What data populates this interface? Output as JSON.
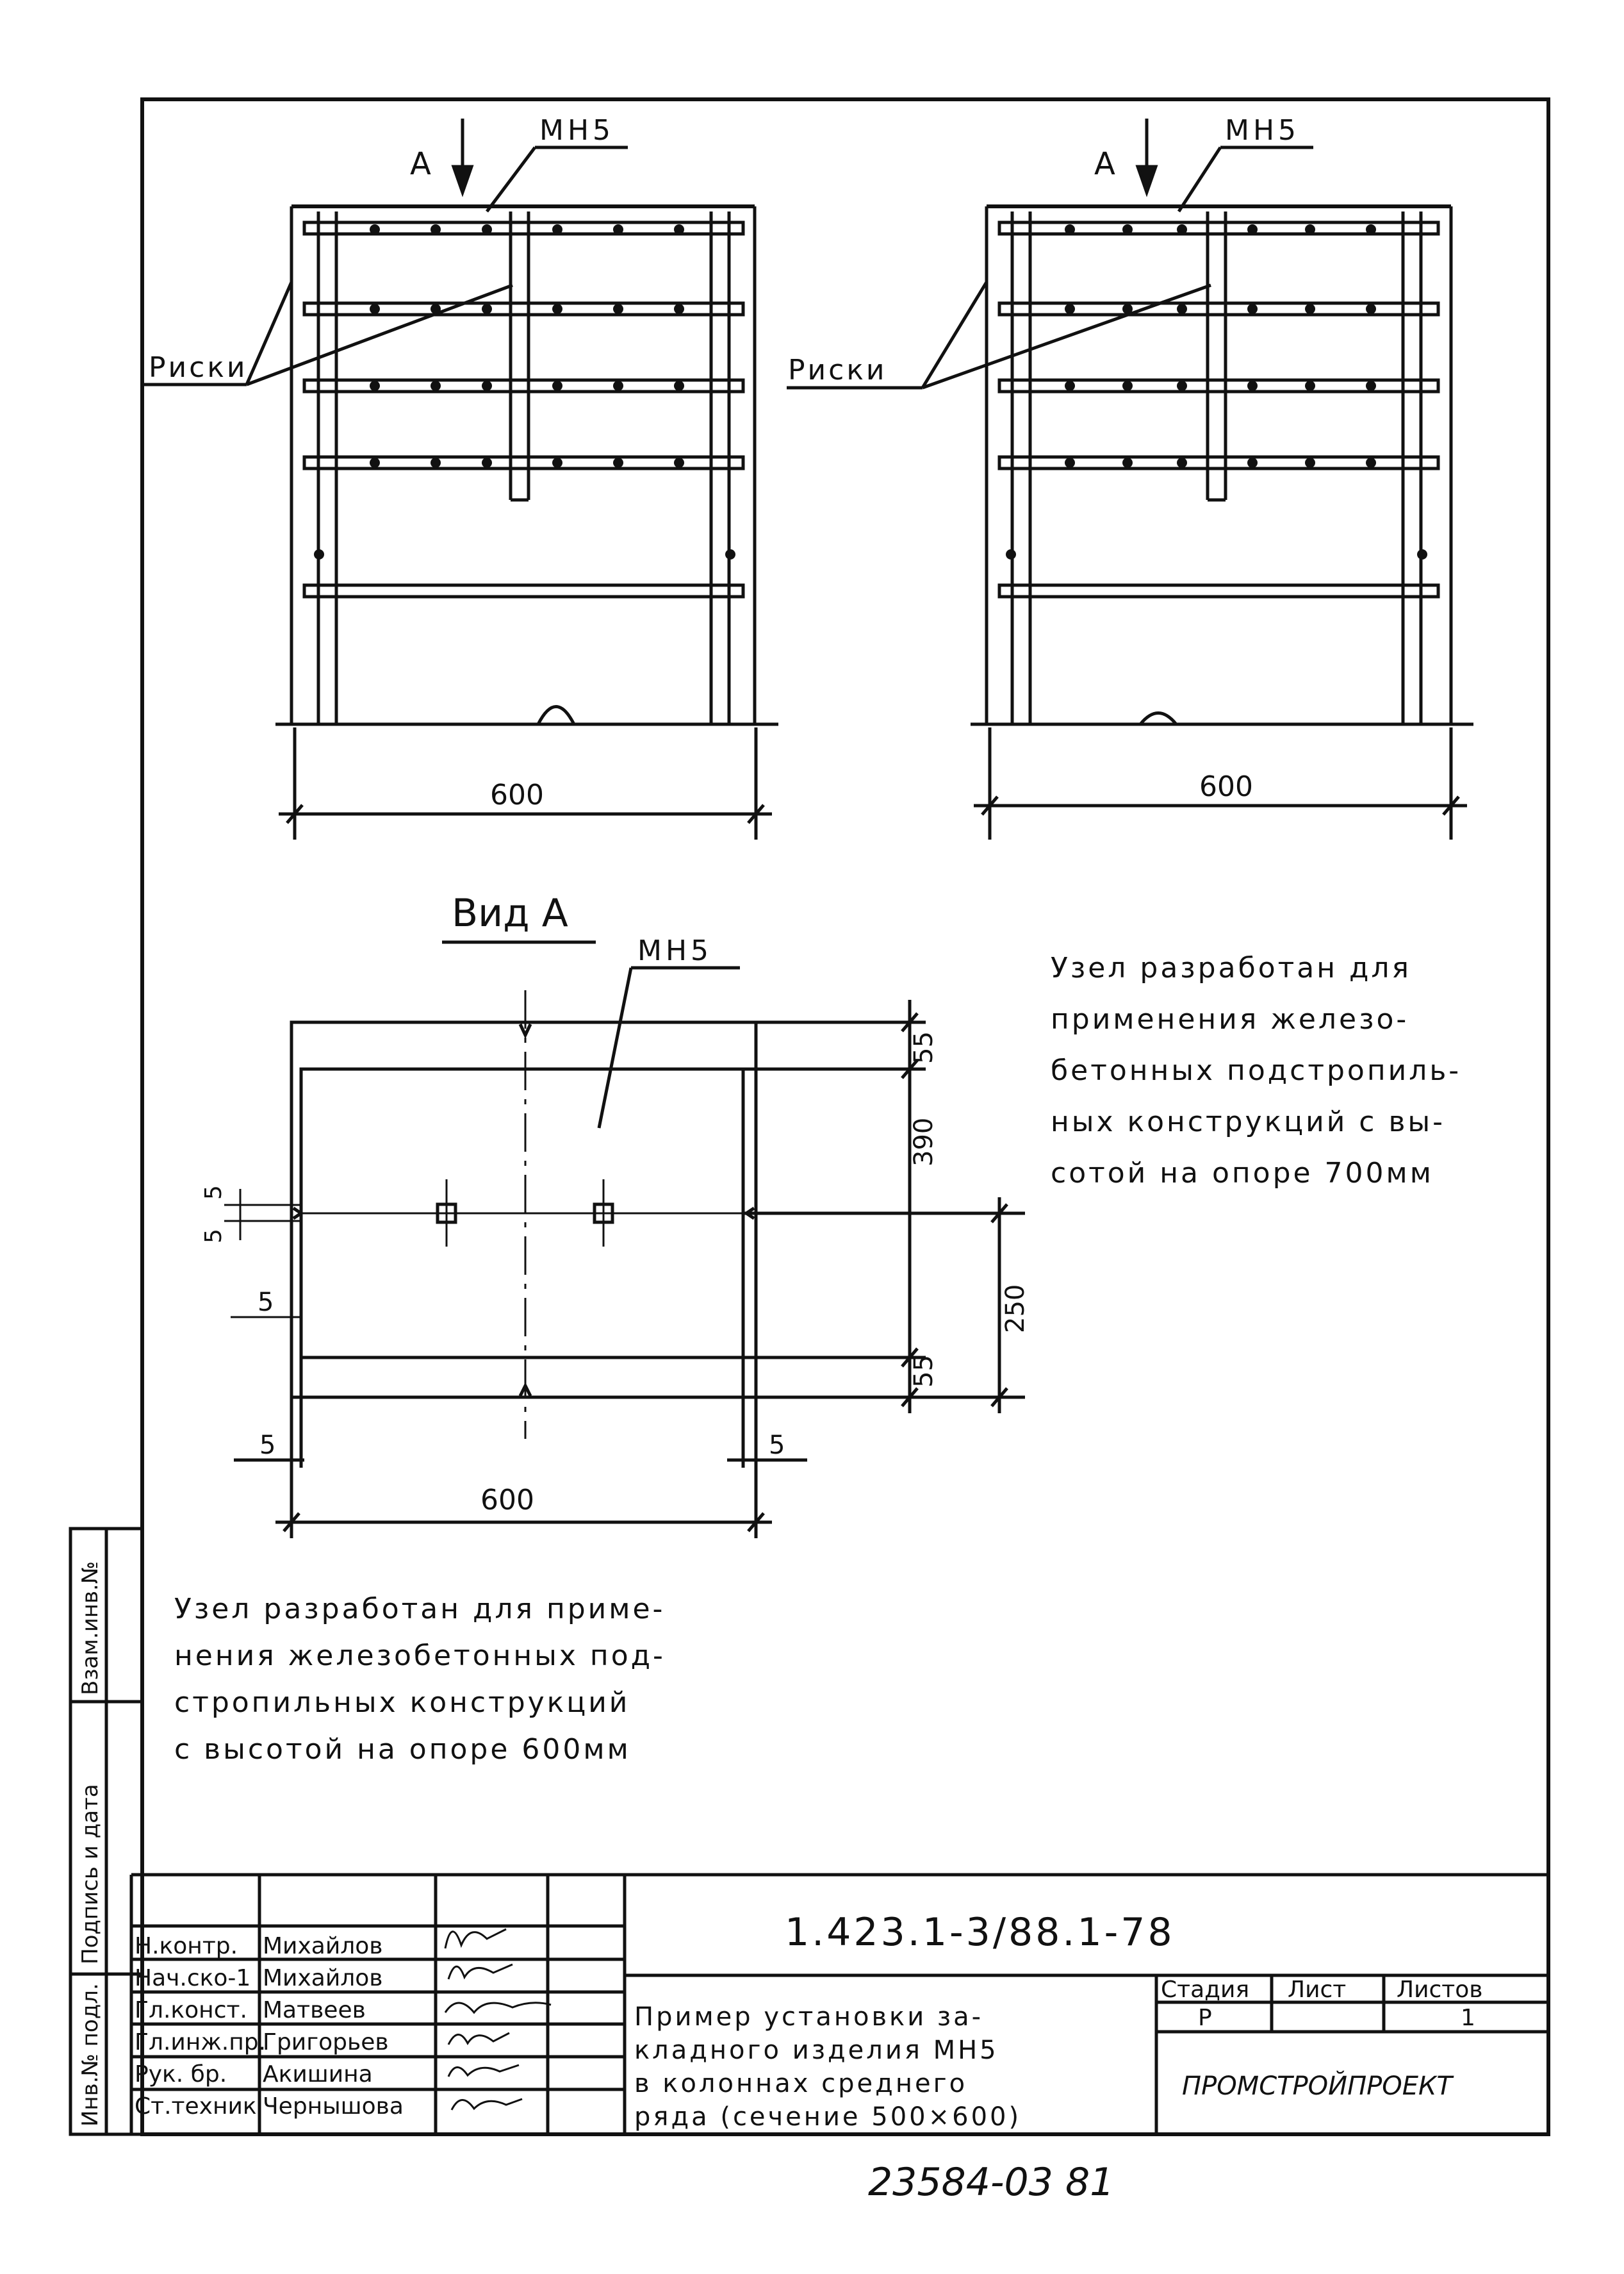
{
  "elevations": {
    "left": {
      "section_mark": "А",
      "part_label": "МН5",
      "marks_label": "Риски",
      "dimension": "600"
    },
    "right": {
      "section_mark": "А",
      "part_label": "МН5",
      "marks_label": "Риски",
      "dimension": "600"
    }
  },
  "view_a": {
    "title": "Вид А",
    "part_label": "МН5",
    "dims": {
      "top": "55",
      "middle": "390",
      "right_span": "250",
      "bottom": "55",
      "left_pair": "5",
      "left_pair_b": "5",
      "left_offset": "5",
      "bottom_left": "5",
      "bottom_right": "5",
      "width": "600"
    }
  },
  "notes": {
    "right": [
      "Узел разработан для",
      "применения железо-",
      "бетонных подстропиль-",
      "ных конструкций с вы-",
      "сотой на опоре 700мм"
    ],
    "left": [
      "Узел разработан для приме-",
      "нения железобетонных под-",
      "стропильных конструкций",
      "с высотой на опоре 600мм"
    ]
  },
  "side_stamp": [
    "Инв.№ подл.",
    "Подпись и дата",
    "Взам.инв.№"
  ],
  "title_block": {
    "roles": [
      "Н.контр.",
      "Нач.ско-1",
      "Гл.конст.",
      "Гл.инж.пр.",
      "Рук. бр.",
      "Ст.техник"
    ],
    "names": [
      "Михайлов",
      "Михайлов",
      "Матвеев",
      "Григорьев",
      "Акишина",
      "Чернышова"
    ],
    "designation": "1.423.1-3/88.1-78",
    "title": [
      "Пример установки за-",
      "кладного изделия МН5",
      "в колоннах среднего",
      "ряда (сечение 500×600)"
    ],
    "stage_header": "Стадия",
    "sheet_header": "Лист",
    "sheets_header": "Листов",
    "stage": "Р",
    "sheet": "",
    "sheets": "1",
    "organization": "ПРОМСТРОЙПРОЕКТ"
  },
  "footer_number": "23584-03  81"
}
